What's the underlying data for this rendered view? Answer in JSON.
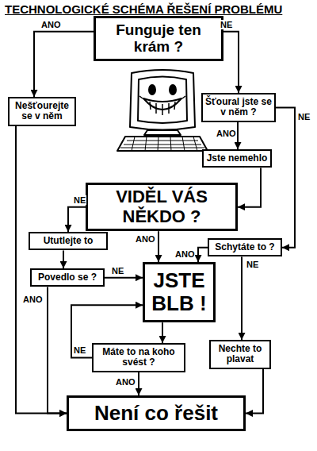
{
  "diagram": {
    "title": "TECHNOLOGICKÉ SCHÉMA ŘEŠENÍ PROBLÉMU",
    "nodes": [
      {
        "text": [
          "Funguje ten krám ?"
        ]
      },
      {
        "text": [
          "Nešťourejte se v něm"
        ]
      },
      {
        "text": [
          "Šťoural jste se v něm ?"
        ]
      },
      {
        "text": [
          "Jste nemehlo"
        ]
      },
      {
        "text": [
          "VIDĚL VÁS NĚKDO ?"
        ]
      },
      {
        "text": [
          "Ututlejte to"
        ]
      },
      {
        "text": [
          "Schytáte to ?"
        ]
      },
      {
        "text": [
          "Povedlo se ?"
        ]
      },
      {
        "text": [
          "JSTE BLB !"
        ]
      },
      {
        "text": [
          "Máte to na koho svést ?"
        ]
      },
      {
        "text": [
          "Nechte to plavat"
        ]
      },
      {
        "text": [
          "Není co řešit"
        ]
      }
    ],
    "edges": [
      {
        "from": 0,
        "to": 1,
        "label": "ANO",
        "arrow": "to"
      },
      {
        "from": 0,
        "to": 2,
        "label": "NE",
        "arrow": "to"
      },
      {
        "from": 2,
        "to": 3,
        "label": "ANO",
        "arrow": "to"
      },
      {
        "from": 2,
        "to": 6,
        "label": "NE",
        "arrow": "to"
      },
      {
        "from": 3,
        "to": 4,
        "arrow": "to"
      },
      {
        "from": 4,
        "to": 5,
        "label": "NE",
        "arrow": "to"
      },
      {
        "from": 4,
        "to": 8,
        "label": "ANO",
        "arrow": "to"
      },
      {
        "from": 6,
        "to": 8,
        "label": "ANO",
        "arrow": "to"
      },
      {
        "from": 6,
        "to": 10,
        "label": "NE",
        "arrow": "to"
      },
      {
        "from": 5,
        "to": 7,
        "arrow": "to"
      },
      {
        "from": 7,
        "to": 8,
        "label": "NE",
        "arrow": "to"
      },
      {
        "from": 7,
        "to": 11,
        "label": "ANO",
        "arrow": "to"
      },
      {
        "from": 1,
        "to": 11,
        "arrow": "to"
      },
      {
        "from": 8,
        "to": 9,
        "arrow": "to"
      },
      {
        "from": 9,
        "to": 8,
        "label": "NE",
        "arrow": "to"
      },
      {
        "from": 9,
        "to": 11,
        "label": "ANO",
        "arrow": "to"
      },
      {
        "from": 10,
        "to": 11,
        "arrow": "to"
      }
    ]
  }
}
